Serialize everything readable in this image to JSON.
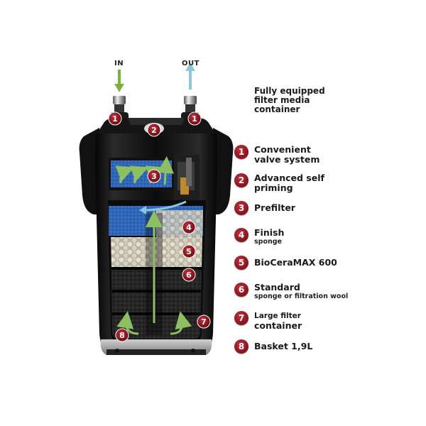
{
  "ports": {
    "in_label": "IN",
    "out_label": "OUT"
  },
  "legend": {
    "header_lines": [
      "Fully equipped",
      "filter media",
      "container"
    ],
    "items": [
      {
        "number": "1",
        "title_lines": [
          "Convenient",
          "valve system"
        ],
        "subtitle": ""
      },
      {
        "number": "2",
        "title_lines": [
          "Advanced self",
          "priming"
        ],
        "subtitle": ""
      },
      {
        "number": "3",
        "title_lines": [
          "Prefilter"
        ],
        "subtitle": ""
      },
      {
        "number": "4",
        "title_lines": [
          "Finish"
        ],
        "subtitle": "sponge"
      },
      {
        "number": "5",
        "title_lines": [
          "BioCeraMAX 600"
        ],
        "subtitle": ""
      },
      {
        "number": "6",
        "title_lines": [
          "Standard"
        ],
        "subtitle": "sponge or filtration wool"
      },
      {
        "number": "7",
        "title_lines": [
          "Large filter",
          "container"
        ],
        "subtitle": ""
      },
      {
        "number": "8",
        "title_lines": [
          "Basket 1,9L"
        ],
        "subtitle": ""
      }
    ]
  },
  "callouts": [
    "1",
    "1",
    "2",
    "3",
    "4",
    "5",
    "6",
    "7",
    "8"
  ],
  "colors": {
    "badge": "#8e1620",
    "in_arrow": "#7fb23a",
    "out_arrow": "#8cc6dc",
    "flow_arrow": "#8dc060",
    "sponge_blue": "#2f66b8",
    "ceramic": "#d9d4c4",
    "black_sponge": "#2a2a2a"
  }
}
